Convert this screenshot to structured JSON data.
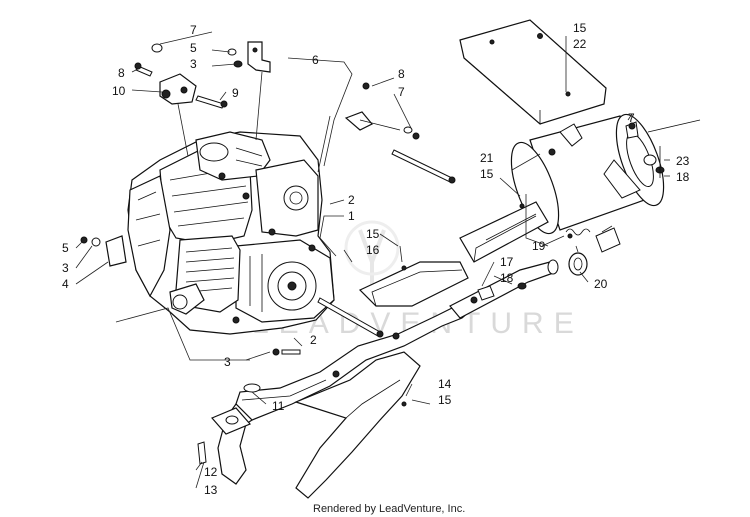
{
  "diagram": {
    "watermark": "LEADVENTURE",
    "footer": "Rendered by LeadVenture, Inc.",
    "callouts": {
      "c7a": "7",
      "c5a": "5",
      "c3a": "3",
      "c6": "6",
      "c8a": "8",
      "c10": "10",
      "c9": "9",
      "c8b": "8",
      "c7b": "7",
      "c15a": "15",
      "c22": "22",
      "c2a": "2",
      "c1": "1",
      "c15b": "15",
      "c16": "16",
      "c21": "21",
      "c15c": "15",
      "c7c": "7",
      "c23": "23",
      "c18a": "18",
      "c5b": "5",
      "c3b": "3",
      "c4": "4",
      "c19": "19",
      "c17": "17",
      "c18b": "18",
      "c20": "20",
      "c2b": "2",
      "c3c": "3",
      "c11": "11",
      "c14": "14",
      "c15d": "15",
      "c12": "12",
      "c13": "13"
    }
  }
}
